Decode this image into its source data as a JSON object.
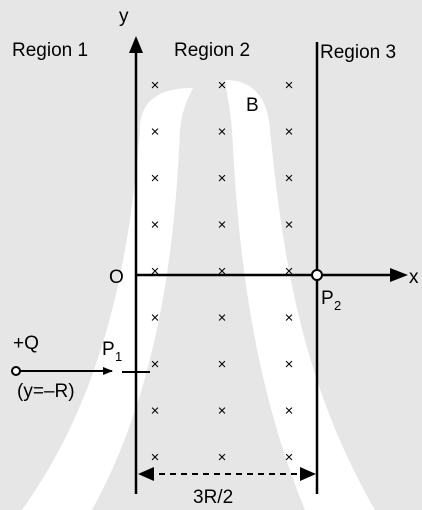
{
  "colors": {
    "background": "#e6e6e6",
    "watermark": "#ffffff",
    "ink": "#000000"
  },
  "labels": {
    "y_axis": "y",
    "x_axis": "x",
    "region1": "Region 1",
    "region2": "Region 2",
    "region3": "Region 3",
    "field": "B",
    "origin": "O",
    "p2": "P",
    "p2_sub": "2",
    "p1": "P",
    "p1_sub": "1",
    "charge": "+Q",
    "charge_position": "(y=–R)",
    "width": "3R/2"
  },
  "field_marks": {
    "symbol": "×",
    "rows": 9,
    "columns": 3
  }
}
